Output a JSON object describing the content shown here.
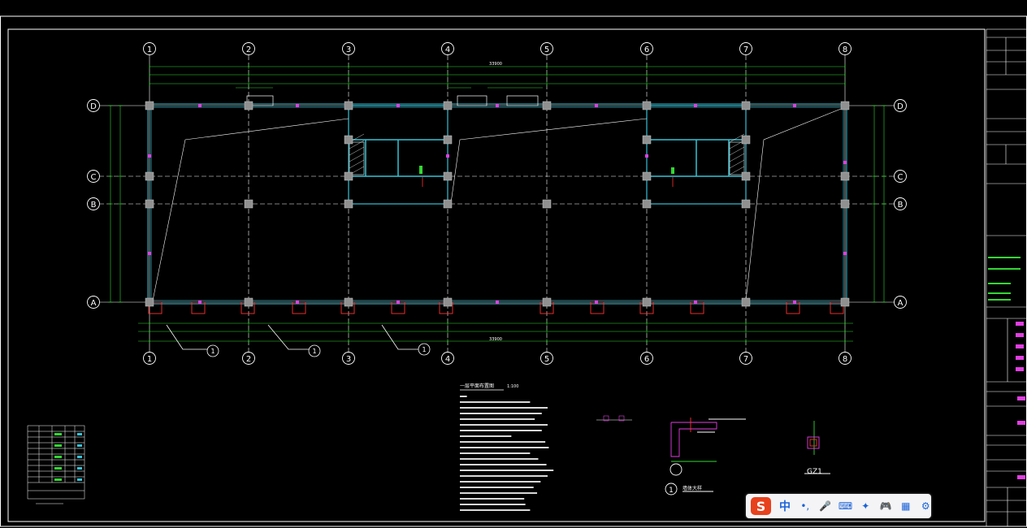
{
  "drawing": {
    "axis_numbers": [
      "1",
      "2",
      "3",
      "4",
      "5",
      "6",
      "7",
      "8"
    ],
    "axis_letters": [
      "D",
      "C",
      "B",
      "A"
    ],
    "overall_dim": "33900",
    "section_marks": [
      "1",
      "1",
      "1"
    ],
    "detail_mark": "1",
    "gz_label": "GZ1",
    "note_title": "一层平面布置图",
    "note_scale": "1:100",
    "detail_caption": "墙体大样",
    "colors": {
      "axis": "#ffffff",
      "grid_dash": "#ffffff",
      "wall": "#35c2d6",
      "dim": "#33d733",
      "column": "#909090",
      "magenta": "#e23ee2",
      "red": "#ff3030"
    }
  },
  "ime": {
    "logo": "S",
    "lang": "中",
    "icons": [
      "punct-icon",
      "mic-icon",
      "keyboard-icon",
      "skin-icon",
      "game-icon",
      "grid-icon",
      "settings-icon"
    ],
    "glyphs": [
      "•,",
      "🎤",
      "⌨",
      "✦",
      "🎮",
      "▦",
      "⚙"
    ]
  }
}
